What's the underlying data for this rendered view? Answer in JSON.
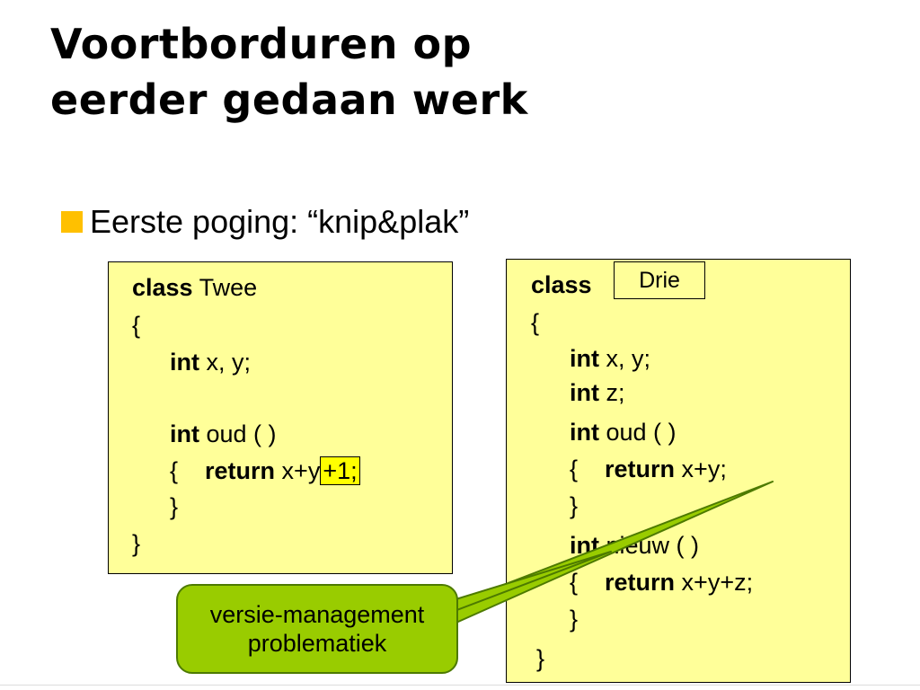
{
  "slide": {
    "title_line1": "Voortborduren op",
    "title_line2": "eerder gedaan werk",
    "bullet_text": "Eerste poging:  “knip&plak”"
  },
  "left_code": {
    "kw_class": "class",
    "class_name": " Twee",
    "open_brace": "{",
    "kw_int1": "int",
    "decl1": " x, y;",
    "kw_int2": "int",
    "method_oud": " oud ( )",
    "brace_open_body": "{    ",
    "kw_return": "return",
    "ret_expr": " x+y",
    "highlight": "+1;",
    "brace_close_body": "}",
    "close_brace": "}"
  },
  "right_code": {
    "kw_class": "class",
    "class_name_box": "Drie",
    "open_brace": "{",
    "kw_int1": "int",
    "decl1": " x, y;",
    "kw_int2": "int",
    "decl2": " z;",
    "kw_int3": "int",
    "method_oud": " oud ( )",
    "brace_open_oud": "{    ",
    "kw_return1": "return",
    "ret_oud": " x+y;",
    "brace_close_oud": "}",
    "kw_int4": "int",
    "method_nieuw": " nieuw ( )",
    "brace_open_nieuw": "{    ",
    "kw_return2": "return",
    "ret_nieuw": " x+y+z;",
    "brace_close_nieuw": "}",
    "close_brace": "}"
  },
  "callout": {
    "line1": "versie-management",
    "line2": "problematiek"
  },
  "colors": {
    "bullet": "#ffc000",
    "code_box": "#ffff99",
    "highlight": "#ffff00",
    "callout": "#99cc00"
  }
}
